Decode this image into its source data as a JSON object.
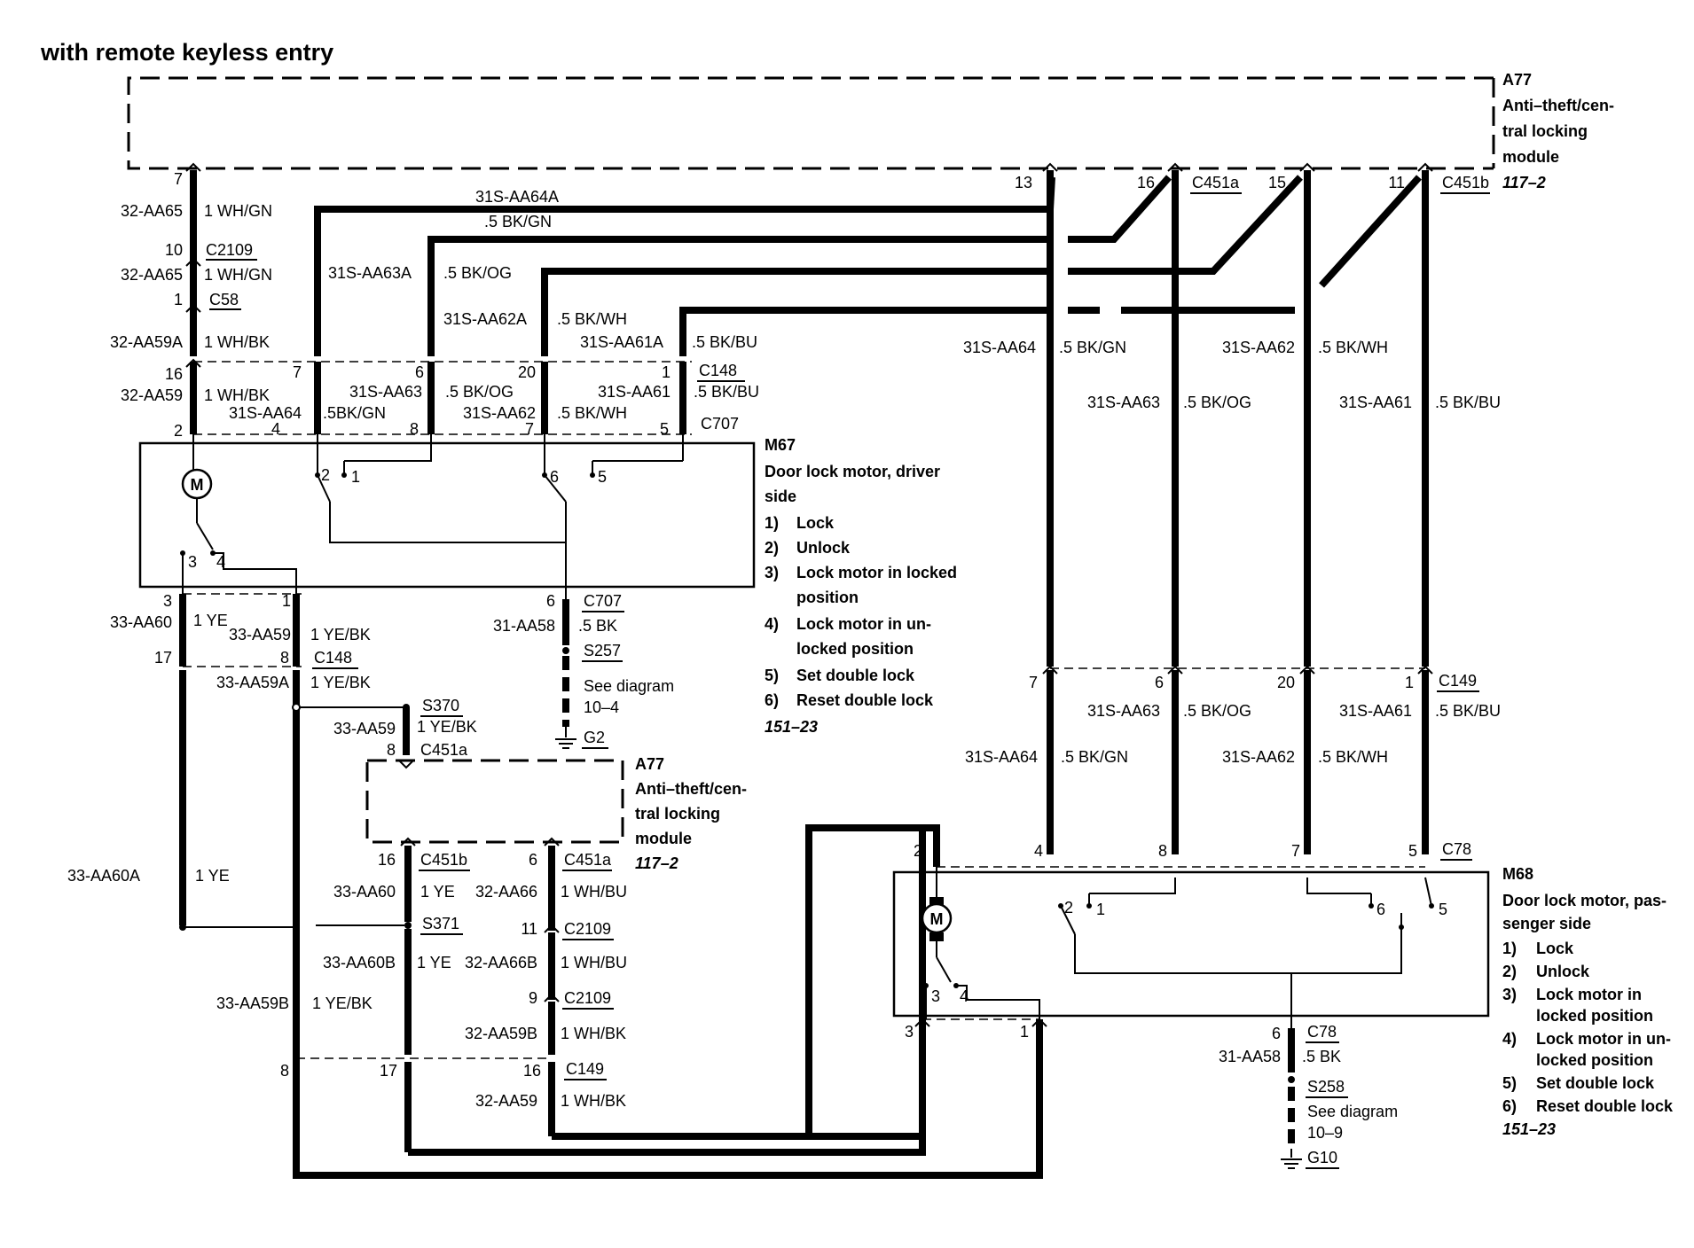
{
  "title": "with remote keyless entry",
  "modules": {
    "a77_top": {
      "id": "A77",
      "lines": [
        "Anti–theft/cen-",
        "tral locking",
        "module"
      ],
      "ref": "117–2"
    },
    "a77_bottom": {
      "id": "A77",
      "lines": [
        "Anti–theft/cen-",
        "tral locking",
        "module"
      ],
      "ref": "117–2"
    },
    "m67": {
      "id": "M67",
      "lines": [
        "Door lock motor, driver",
        "side"
      ],
      "legend": [
        {
          "n": "1)",
          "t": "Lock"
        },
        {
          "n": "2)",
          "t": "Unlock"
        },
        {
          "n": "3)",
          "t": "Lock motor in locked"
        },
        {
          "n": "",
          "t": "position"
        },
        {
          "n": "4)",
          "t": "Lock motor in un-"
        },
        {
          "n": "",
          "t": "locked position"
        },
        {
          "n": "5)",
          "t": "Set double lock"
        },
        {
          "n": "6)",
          "t": "Reset double lock"
        }
      ],
      "ref": "151–23"
    },
    "m68": {
      "id": "M68",
      "lines": [
        "Door lock motor, pas-",
        "senger side"
      ],
      "legend": [
        {
          "n": "1)",
          "t": "Lock"
        },
        {
          "n": "2)",
          "t": "Unlock"
        },
        {
          "n": "3)",
          "t": "Lock motor in"
        },
        {
          "n": "",
          "t": "locked position"
        },
        {
          "n": "4)",
          "t": "Lock motor in un-"
        },
        {
          "n": "",
          "t": "locked position"
        },
        {
          "n": "5)",
          "t": "Set double lock"
        },
        {
          "n": "6)",
          "t": "Reset double lock"
        }
      ],
      "ref": "151–23"
    }
  },
  "connectors": {
    "c2109": "C2109",
    "c58": "C58",
    "c148": "C148",
    "c707": "C707",
    "c451a": "C451a",
    "c451b": "C451b",
    "c149": "C149",
    "c78": "C78",
    "s257": "S257",
    "s370": "S370",
    "s371": "S371",
    "s258": "S258",
    "g2": "G2",
    "g10": "G10"
  },
  "see_diagram": {
    "left": [
      "See diagram",
      "10–4"
    ],
    "right": [
      "See diagram",
      "10–9"
    ]
  },
  "circuits": {
    "aa65": "32-AA65",
    "wh_gn": "1 WH/GN",
    "aa59a": "32-AA59A",
    "wh_bk": "1 WH/BK",
    "aa59": "32-AA59",
    "aa64a": "31S-AA64A",
    "bk_gn": ".5 BK/GN",
    "bk_gn_nospace": ".5BK/GN",
    "aa63a": "31S-AA63A",
    "bk_og": ".5 BK/OG",
    "aa62a": "31S-AA62A",
    "bk_wh": ".5 BK/WH",
    "aa61a": "31S-AA61A",
    "bk_bu": ".5 BK/BU",
    "s_aa64": "31S-AA64",
    "s_aa63": "31S-AA63",
    "s_aa62": "31S-AA62",
    "s_aa61": "31S-AA61",
    "aa60": "33-AA60",
    "ye": "1 YE",
    "aa59_33": "33-AA59",
    "ye_bk": "1 YE/BK",
    "aa59a_33": "33-AA59A",
    "aa58": "31-AA58",
    "bk": ".5 BK",
    "aa60a": "33-AA60A",
    "aa66": "32-AA66",
    "wh_bu": "1 WH/BU",
    "aa60b": "33-AA60B",
    "aa66b": "32-AA66B",
    "aa59b_32": "32-AA59B",
    "aa59b_33": "33-AA59B"
  },
  "pins": {
    "p7": "7",
    "p10": "10",
    "p1": "1",
    "p16": "16",
    "p2": "2",
    "p4": "4",
    "p6": "6",
    "p8": "8",
    "p20": "20",
    "p5": "5",
    "p3": "3",
    "p17": "17",
    "p13": "13",
    "p15": "15",
    "p11": "11",
    "p9": "9"
  },
  "symbols": {
    "motor": "M"
  }
}
